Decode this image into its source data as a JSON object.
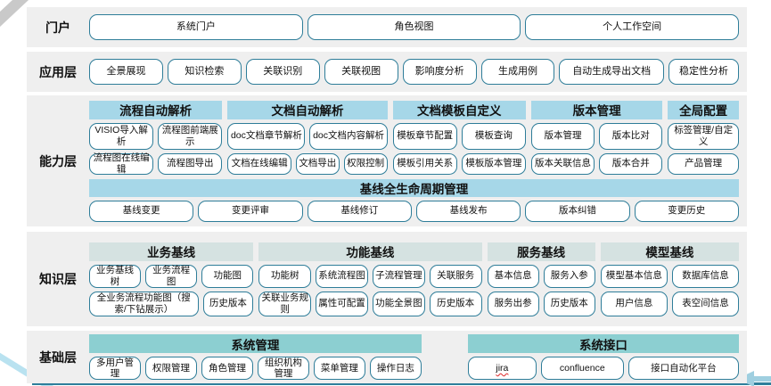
{
  "colors": {
    "band_bg": "#efefef",
    "node_border": "#2e7d99",
    "cap_header": "#a6d7e8",
    "knw_header": "#d5e2e1",
    "fnd_header": "#8ccfd1",
    "bottom_line": "#2e7f9b",
    "diag_stripe": "#b9e2f0",
    "arrow": "#9fcfe0",
    "corner_wedge": "#c9c9c9"
  },
  "diagram": {
    "layers": [
      {
        "id": "portal",
        "label": "门户",
        "rowsets": [
          {
            "groups": [
              {
                "header": null,
                "flex": 1,
                "rows": [
                  [
                    "系统门户",
                    "角色视图",
                    "个人工作空间"
                  ]
                ]
              }
            ]
          }
        ]
      },
      {
        "id": "app",
        "label": "应用层",
        "rowsets": [
          {
            "groups": [
              {
                "header": null,
                "flex": 1,
                "rows": [
                  [
                    "全景展现",
                    "知识检索",
                    "关联识别",
                    "关联视图",
                    "影响度分析",
                    "生成用例",
                    {
                      "t": "自动生成导出文档",
                      "flex": 1.45
                    },
                    {
                      "t": "稳定性分析",
                      "flex": 0.95
                    }
                  ]
                ]
              }
            ]
          }
        ]
      },
      {
        "id": "cap",
        "label": "能力层",
        "header_color_key": "cap_header",
        "rowsets": [
          {
            "groups": [
              {
                "header": "流程自动解析",
                "flex": 150,
                "rows": [
                  [
                    "VISIO导入解析",
                    "流程图前端展示"
                  ],
                  [
                    "流程图在线编辑",
                    "流程图导出"
                  ]
                ]
              },
              {
                "header": "文档自动解析",
                "flex": 180,
                "rows": [
                  [
                    "doc文档章节解析",
                    "doc文档内容解析"
                  ],
                  [
                    {
                      "t": "文档在线编辑",
                      "flex": 1.3
                    },
                    {
                      "t": "文档导出",
                      "flex": 0.85
                    },
                    {
                      "t": "权限控制",
                      "flex": 0.85
                    }
                  ]
                ]
              },
              {
                "header": "文档模板自定义",
                "flex": 150,
                "rows": [
                  [
                    "模板章节配置",
                    "模板查询"
                  ],
                  [
                    "模板引用关系",
                    "模板版本管理"
                  ]
                ]
              },
              {
                "header": "版本管理",
                "flex": 148,
                "rows": [
                  [
                    "版本管理",
                    "版本比对"
                  ],
                  [
                    "版本关联信息",
                    "版本合并"
                  ]
                ]
              },
              {
                "header": "全局配置",
                "flex": 80,
                "rows": [
                  [
                    "标签管理/自定义"
                  ],
                  [
                    "产品管理"
                  ]
                ]
              }
            ]
          },
          {
            "groups": [
              {
                "header": "基线全生命周期管理",
                "flex": 1,
                "rows": [
                  [
                    "基线变更",
                    "变更评审",
                    "基线修订",
                    "基线发布",
                    "版本纠错",
                    "变更历史"
                  ]
                ]
              }
            ]
          }
        ]
      },
      {
        "id": "knw",
        "label": "知识层",
        "header_color_key": "knw_header",
        "rowsets": [
          {
            "groups": [
              {
                "header": "业务基线",
                "flex": 190,
                "rows": [
                  [
                    "业务基线树",
                    "业务流程图",
                    "功能图"
                  ],
                  [
                    {
                      "t": "全业务流程功能图（搜索/下钻展示）",
                      "flex": 2.3
                    },
                    "历史版本"
                  ]
                ]
              },
              {
                "header": "功能基线",
                "flex": 258,
                "rows": [
                  [
                    "功能树",
                    "系统流程图",
                    "子流程管理",
                    "关联服务"
                  ],
                  [
                    "关联业务规则",
                    "属性可配置",
                    "功能全景图",
                    "历史版本"
                  ]
                ]
              },
              {
                "header": "服务基线",
                "flex": 125,
                "rows": [
                  [
                    "基本信息",
                    "服务入参"
                  ],
                  [
                    "服务出参",
                    "历史版本"
                  ]
                ]
              },
              {
                "header": "模型基线",
                "flex": 160,
                "rows": [
                  [
                    "模型基本信息",
                    "数据库信息"
                  ],
                  [
                    "用户信息",
                    "表空间信息"
                  ]
                ]
              }
            ]
          }
        ]
      },
      {
        "id": "fnd",
        "label": "基础层",
        "header_color_key": "fnd_header",
        "rowsets": [
          {
            "groups": [
              {
                "header": "系统管理",
                "flex": 374,
                "rows": [
                  [
                    "多用户管理",
                    "权限管理",
                    "角色管理",
                    "组织机构管理",
                    "菜单管理",
                    "操作日志"
                  ]
                ]
              },
              {
                "header": "系统接口",
                "flex": 305,
                "gap_before": 46,
                "rows": [
                  [
                    {
                      "t": "jira",
                      "cls": "misspelled",
                      "flex": 0.9
                    },
                    {
                      "t": "confluence",
                      "flex": 1.1
                    },
                    {
                      "t": "接口自动化平台",
                      "flex": 1.5
                    }
                  ]
                ]
              }
            ]
          }
        ]
      }
    ]
  }
}
